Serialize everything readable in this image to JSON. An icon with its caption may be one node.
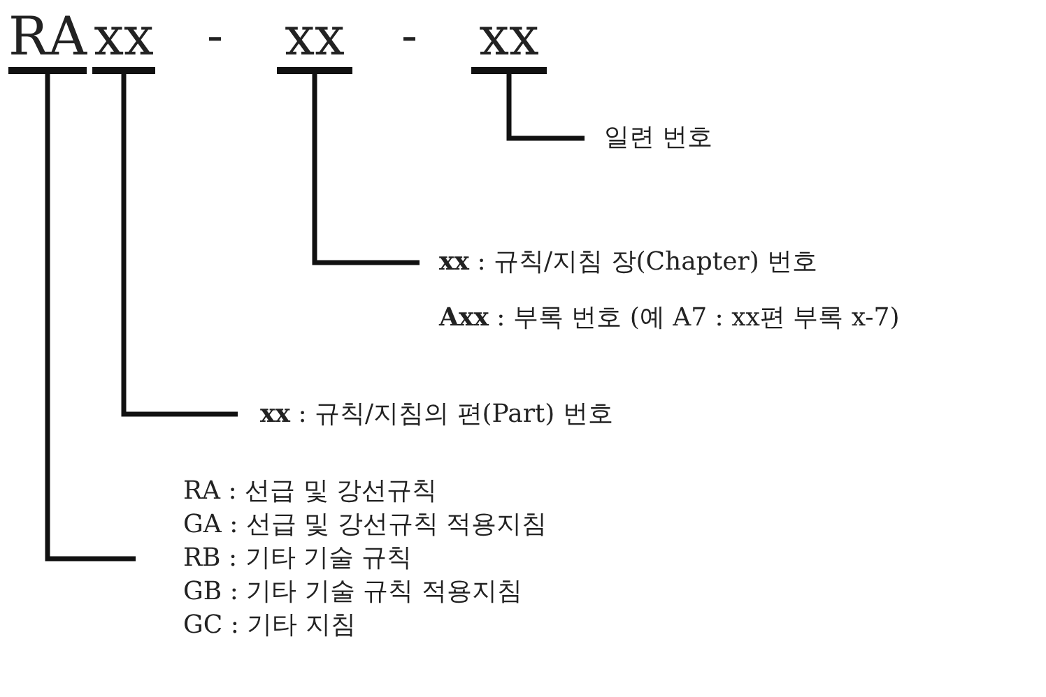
{
  "diagram": {
    "nodes": [
      {
        "text": [
          "RA"
        ]
      },
      {
        "text": [
          "xx"
        ]
      },
      {
        "text": [
          "xx"
        ]
      },
      {
        "text": [
          "xx"
        ]
      },
      {
        "text": [
          "일련 번호"
        ]
      },
      {
        "text": [
          "**xx** : 규칙/지침 장(Chapter) 번호",
          "**Axx** : 부록 번호 (예 A7 : xx편 부록 x-7)"
        ]
      },
      {
        "text": [
          "**xx** : 규칙/지침의 편(Part) 번호"
        ]
      },
      {
        "text": [
          "RA : 선급 및 강선규칙",
          "GA : 선급 및 강선규칙 적용지침",
          "RB : 기타 기술 규칙",
          "GB : 기타 기술 규칙 적용지침",
          "GC : 기타 지침"
        ]
      }
    ],
    "edges": [
      {
        "from": 3,
        "to": 4,
        "arrow": "none"
      },
      {
        "from": 2,
        "to": 5,
        "arrow": "none"
      },
      {
        "from": 1,
        "to": 6,
        "arrow": "none"
      },
      {
        "from": 0,
        "to": 7,
        "arrow": "none"
      }
    ],
    "labels": [
      "-",
      "-"
    ]
  }
}
